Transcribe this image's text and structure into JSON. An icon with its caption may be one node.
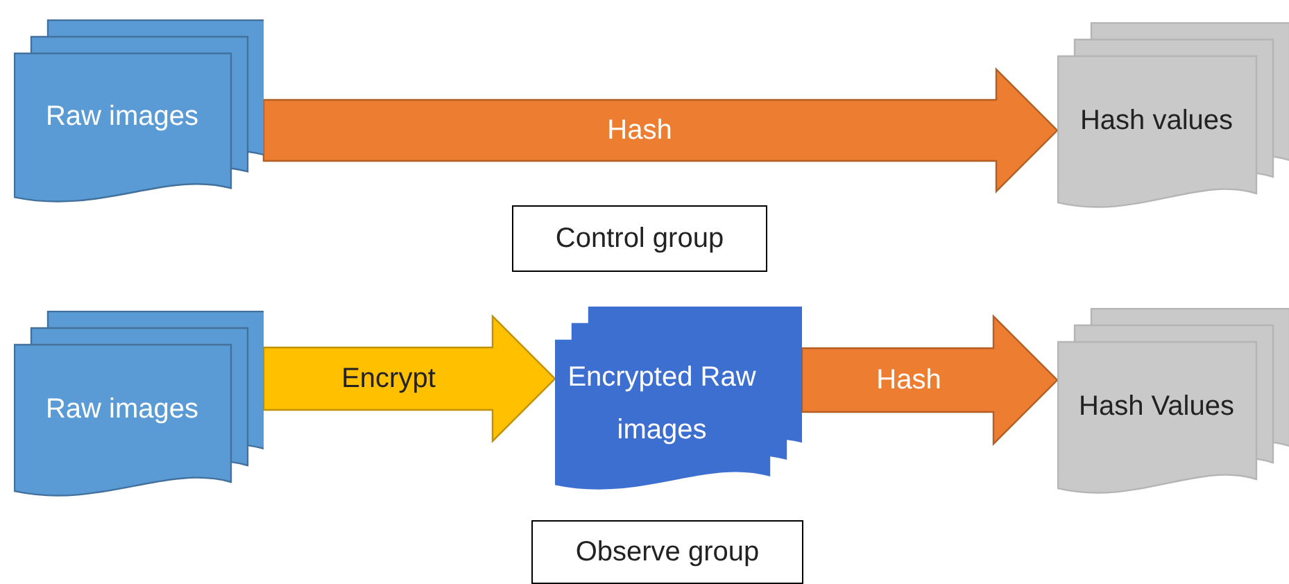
{
  "diagram": {
    "nodes": [
      {
        "text": [
          "Raw images"
        ]
      },
      {
        "text": [
          "Hash values"
        ]
      },
      {
        "text": [
          "Control group"
        ]
      },
      {
        "text": [
          "Raw images"
        ]
      },
      {
        "text": [
          "Encrypted Raw images"
        ]
      },
      {
        "text": [
          "Hash Values"
        ]
      },
      {
        "text": [
          "Observe group"
        ]
      }
    ],
    "edges": [
      {
        "from": 0,
        "to": 1,
        "arrow": "to",
        "label": "Hash"
      },
      {
        "from": 3,
        "to": 4,
        "arrow": "to",
        "label": "Encrypt",
        "color": "#ffc000"
      },
      {
        "from": 4,
        "to": 5,
        "arrow": "to",
        "label": "Hash"
      }
    ]
  }
}
